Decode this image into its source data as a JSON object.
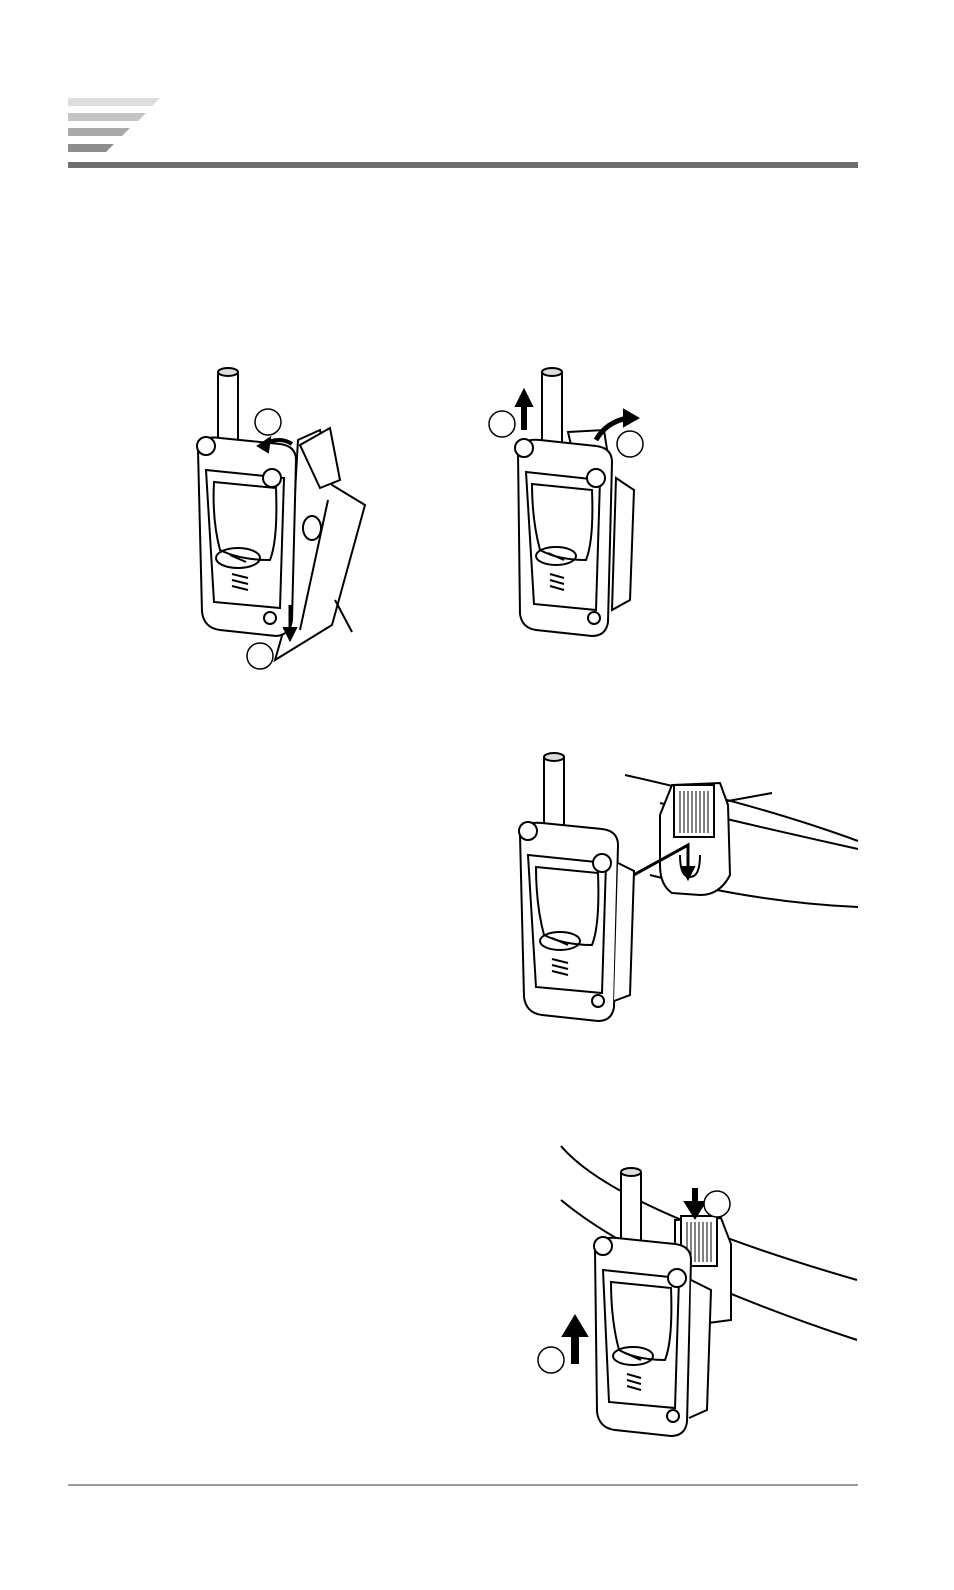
{
  "page": {
    "header": {
      "logo_icon": "striped-wedge-icon",
      "rule_color": "#6e6e6e"
    },
    "figures": [
      {
        "name": "figure-attach-holster",
        "icon": "phone-in-holster-icon",
        "callout_count": 2,
        "has_leader_line": true
      },
      {
        "name": "figure-remove-holster",
        "icon": "phone-lift-out-icon",
        "callout_count": 2
      },
      {
        "name": "figure-clip-to-belt",
        "icon": "phone-belt-clip-icon",
        "callout_count": 0,
        "has_leader_line": true
      },
      {
        "name": "figure-release-from-belt",
        "icon": "phone-release-clip-icon",
        "callout_count": 2
      }
    ],
    "footer": {
      "rule_color": "#9a9a9a"
    }
  }
}
